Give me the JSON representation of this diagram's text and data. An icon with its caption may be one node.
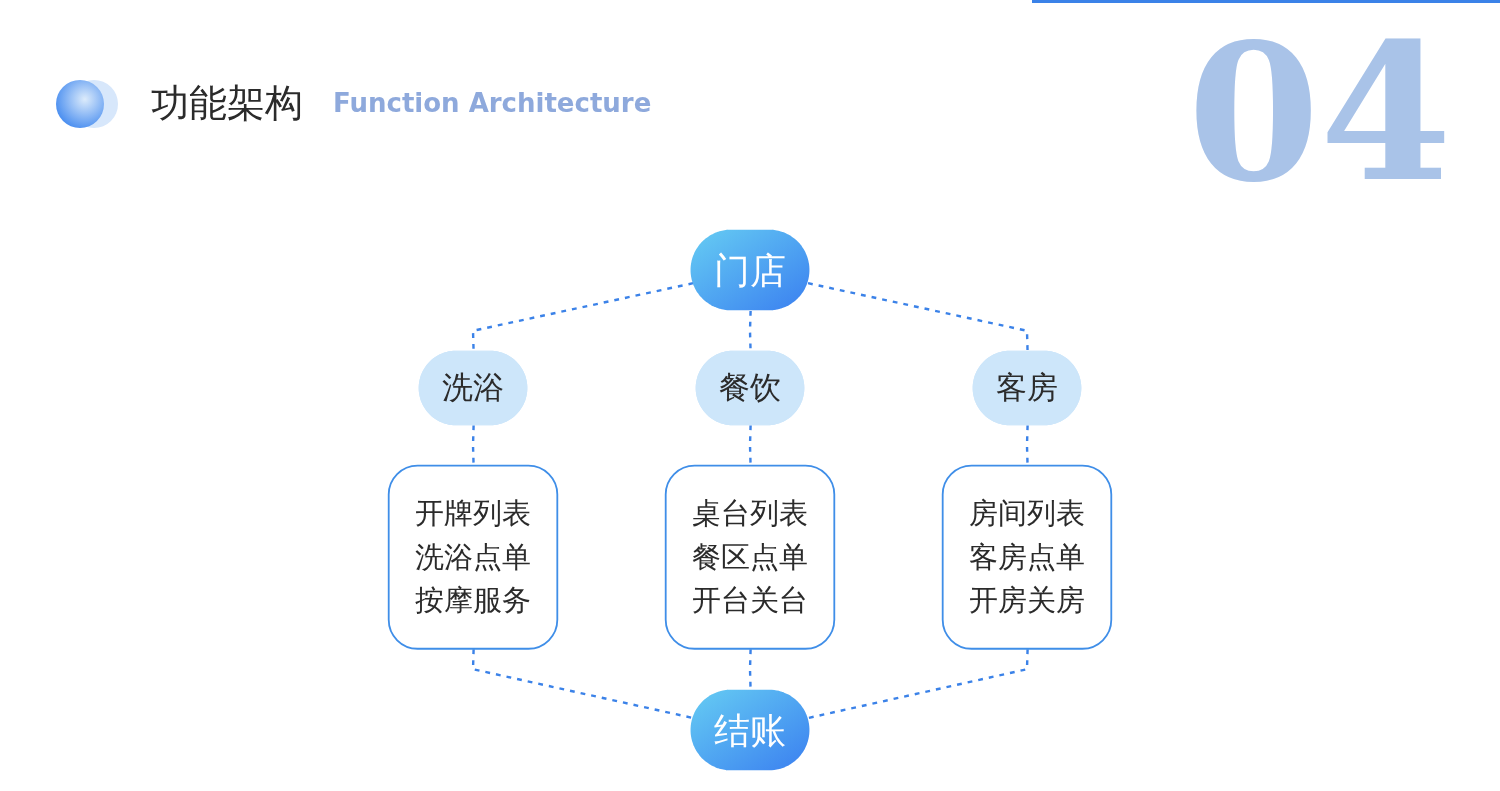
{
  "diagram": {
    "title": "功能架构",
    "nodes": [
      {
        "text": [
          "门店"
        ]
      },
      {
        "text": [
          "洗浴"
        ]
      },
      {
        "text": [
          "餐饮"
        ]
      },
      {
        "text": [
          "客房"
        ]
      },
      {
        "text": [
          "开牌列表",
          "洗浴点单",
          "按摩服务"
        ]
      },
      {
        "text": [
          "桌台列表",
          "餐区点单",
          "开台关台"
        ]
      },
      {
        "text": [
          "房间列表",
          "客房点单",
          "开房关房"
        ]
      },
      {
        "text": [
          "结账"
        ]
      }
    ],
    "edges": [
      {
        "from": 0,
        "to": 1,
        "arrow": "none",
        "style": "dashed"
      },
      {
        "from": 0,
        "to": 2,
        "arrow": "none",
        "style": "dashed"
      },
      {
        "from": 0,
        "to": 3,
        "arrow": "none",
        "style": "dashed"
      },
      {
        "from": 1,
        "to": 4,
        "arrow": "none",
        "style": "dashed"
      },
      {
        "from": 2,
        "to": 5,
        "arrow": "none",
        "style": "dashed"
      },
      {
        "from": 3,
        "to": 6,
        "arrow": "none",
        "style": "dashed"
      },
      {
        "from": 4,
        "to": 7,
        "arrow": "none",
        "style": "dashed"
      },
      {
        "from": 5,
        "to": 7,
        "arrow": "none",
        "style": "dashed"
      },
      {
        "from": 6,
        "to": 7,
        "arrow": "none",
        "style": "dashed"
      }
    ],
    "labels": [
      "Function Architecture",
      "04"
    ]
  }
}
